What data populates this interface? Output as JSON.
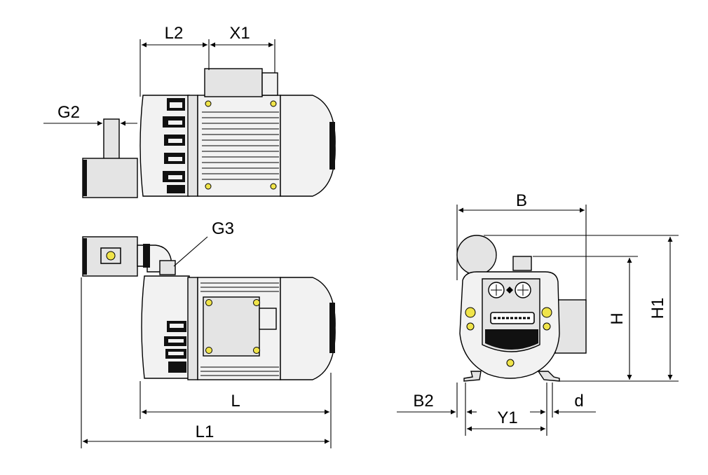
{
  "labels": {
    "L2": "L2",
    "X1": "X1",
    "G2": "G2",
    "G3": "G3",
    "L": "L",
    "L1": "L1",
    "B": "B",
    "H": "H",
    "H1": "H1",
    "B2": "B2",
    "Y1": "Y1",
    "d": "d"
  },
  "colors": {
    "body_fill": "#e4e4e4",
    "light_fill": "#f2f2f2",
    "dark_fill": "#111111",
    "screw": "#f0e44a"
  }
}
